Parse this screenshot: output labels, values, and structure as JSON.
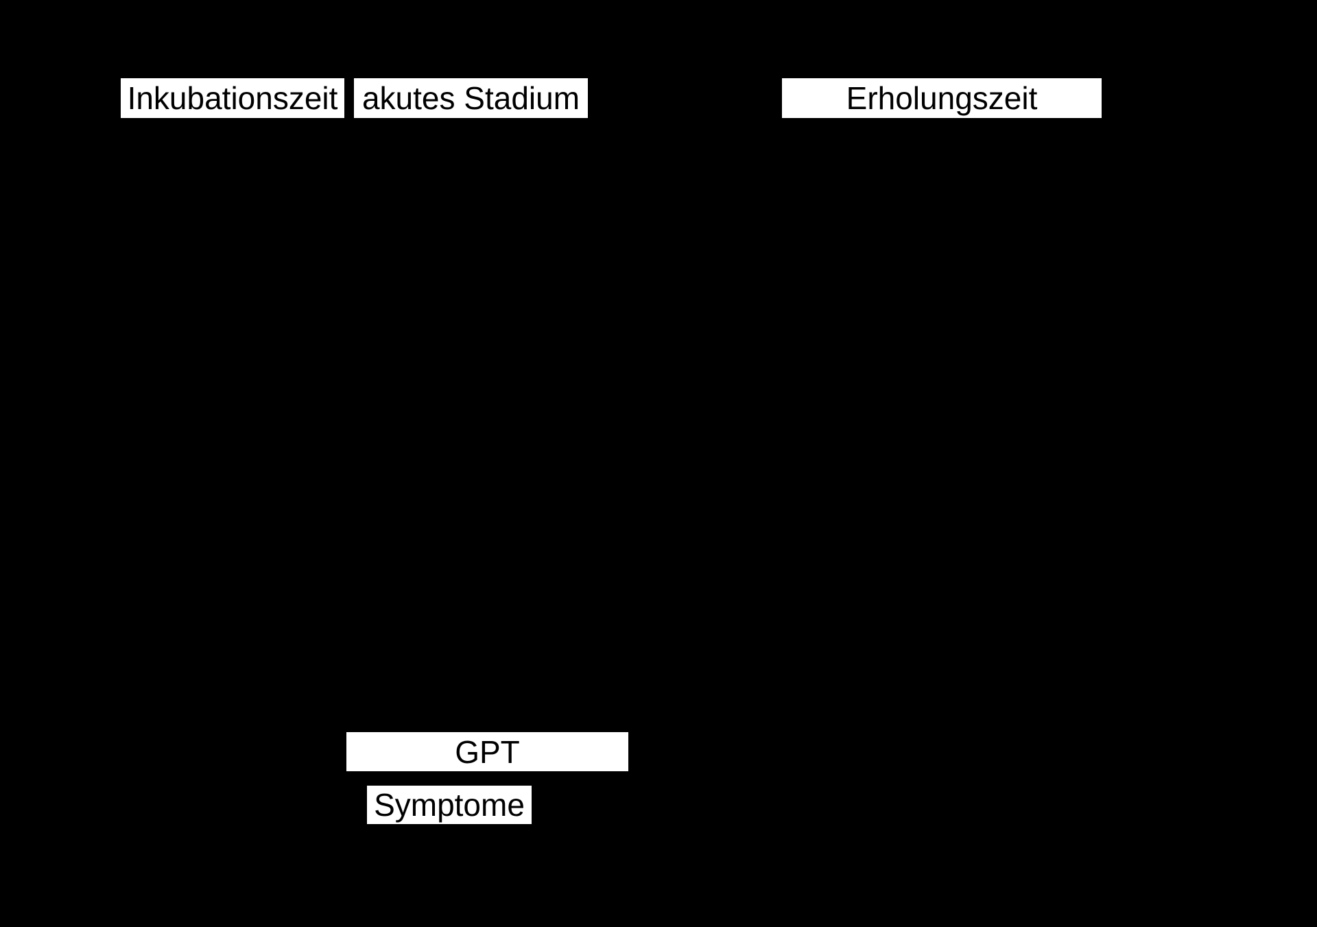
{
  "diagram": {
    "background_color": "#000000",
    "label_box_fill": "#ffffff",
    "label_text_color": "#000000",
    "phase_labels": {
      "inkubationszeit": "Inkubationszeit",
      "akutes_stadium": "akutes Stadium",
      "erholungszeit": "Erholungszeit"
    },
    "curve_labels": {
      "gpt": "GPT",
      "symptome": "Symptome"
    }
  }
}
